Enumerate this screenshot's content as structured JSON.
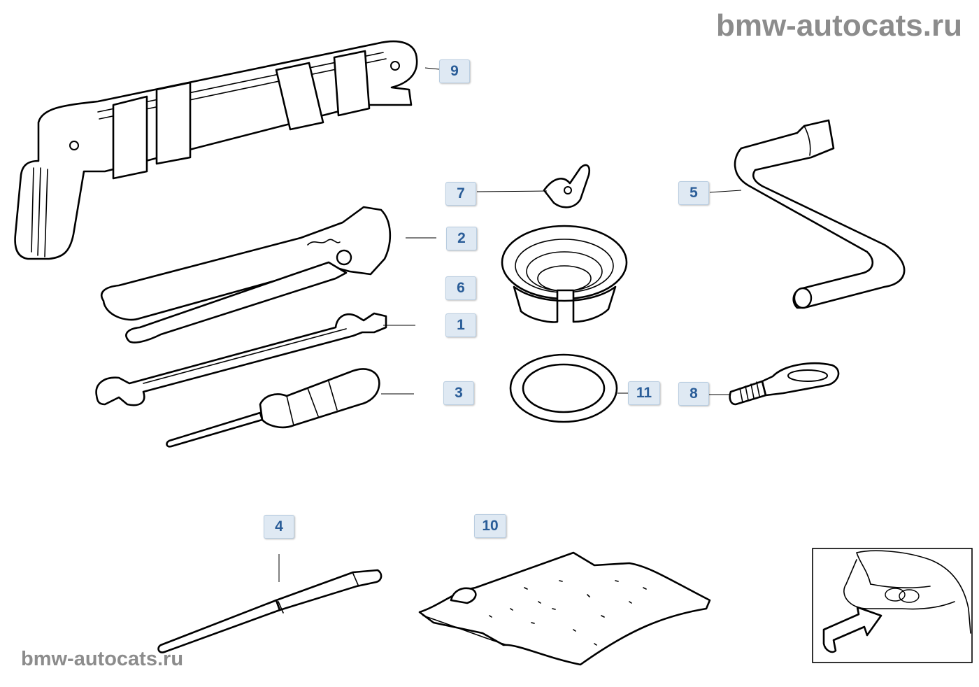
{
  "watermarks": {
    "top": "bmw-autocats.ru",
    "bottom": "bmw-autocats.ru"
  },
  "callouts": [
    {
      "id": "9",
      "label": "9"
    },
    {
      "id": "7",
      "label": "7"
    },
    {
      "id": "5",
      "label": "5"
    },
    {
      "id": "2",
      "label": "2"
    },
    {
      "id": "6",
      "label": "6"
    },
    {
      "id": "1",
      "label": "1"
    },
    {
      "id": "3",
      "label": "3"
    },
    {
      "id": "11",
      "label": "11"
    },
    {
      "id": "8",
      "label": "8"
    },
    {
      "id": "4",
      "label": "4"
    },
    {
      "id": "10",
      "label": "10"
    }
  ],
  "colors": {
    "callout_text": "#2a5d98",
    "callout_bg": "#dfe9f3",
    "watermark": "#8c8c8c"
  }
}
